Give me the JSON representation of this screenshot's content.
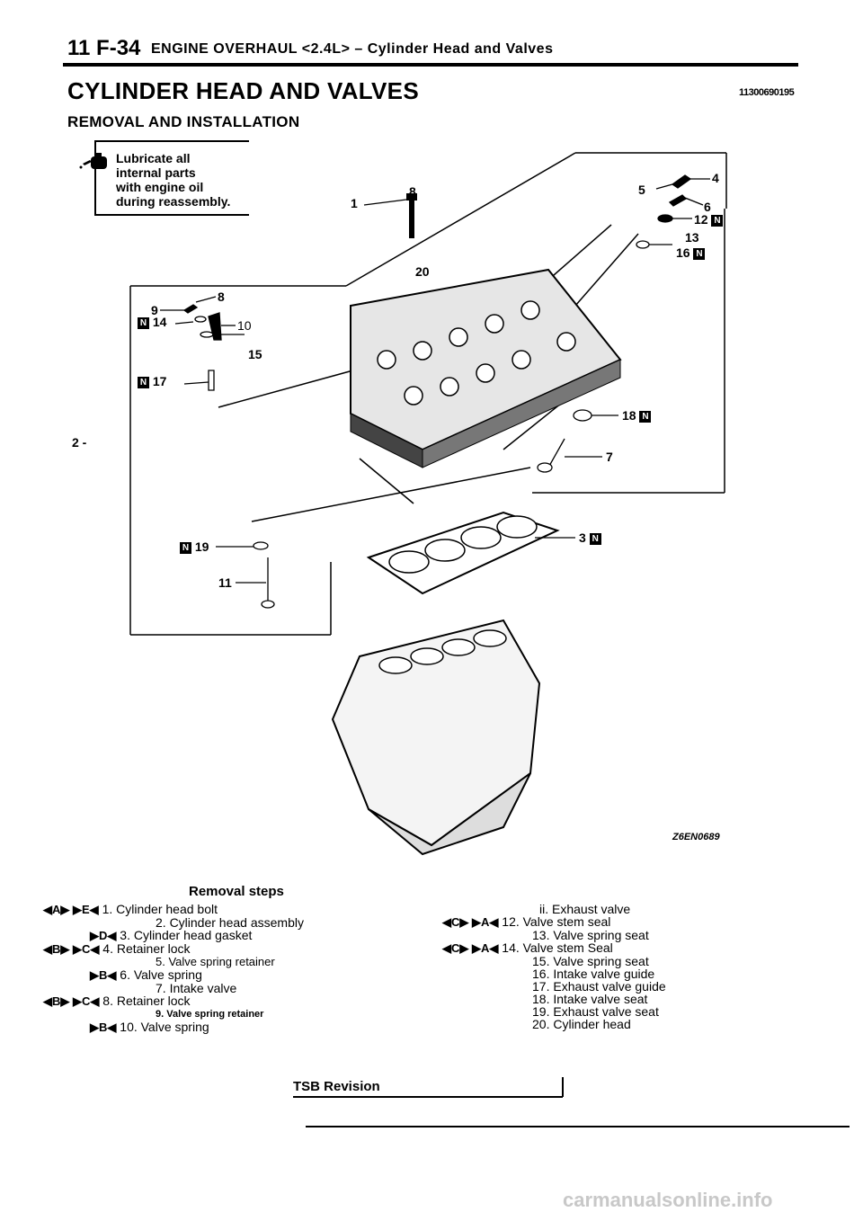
{
  "header": {
    "section": "11 F-34",
    "title": "ENGINE OVERHAUL <2.4L> – Cylinder Head and Valves"
  },
  "doc": {
    "title": "CYLINDER HEAD AND VALVES",
    "doc_number": "11300690195",
    "subtitle": "REMOVAL AND INSTALLATION",
    "lube_note": [
      "Lubricate all",
      "internal parts",
      "with engine oil",
      "during reassembly."
    ],
    "figure_code": "Z6EN0689",
    "margin_note": "2 -"
  },
  "callouts": {
    "c1": "1",
    "c2": "2",
    "c3": "3",
    "c4": "4",
    "c5": "5",
    "c6": "6",
    "c7": "7",
    "c8": "8",
    "c9": "9",
    "c10": "10",
    "c11": "11",
    "c12": "12",
    "c13": "13",
    "c14": "14",
    "c15": "15",
    "c16": "16",
    "c17": "17",
    "c18": "18",
    "c19": "19",
    "c20": "20",
    "n": "N"
  },
  "removal": {
    "title": "Removal steps",
    "left": [
      {
        "marks": "◀A▶ ▶E◀",
        "text": "1. Cylinder head bolt"
      },
      {
        "marks": "",
        "text": "2. Cylinder head assembly"
      },
      {
        "marks": "▶D◀",
        "text": "3. Cylinder head gasket"
      },
      {
        "marks": "◀B▶ ▶C◀",
        "text": "4. Retainer lock"
      },
      {
        "marks": "",
        "text": "5. Valve spring retainer"
      },
      {
        "marks": "▶B◀",
        "text": "6. Valve spring"
      },
      {
        "marks": "",
        "text": "7. Intake valve"
      },
      {
        "marks": "◀B▶ ▶C◀",
        "text": "8. Retainer lock"
      },
      {
        "marks": "",
        "text": "9. Valve spring retainer"
      },
      {
        "marks": "▶B◀",
        "text": "10. Valve spring"
      }
    ],
    "right": [
      {
        "marks": "",
        "text": "ii. Exhaust valve"
      },
      {
        "marks": "◀C▶ ▶A◀",
        "text": "12. Valve stem seal"
      },
      {
        "marks": "",
        "text": "13. Valve spring seat"
      },
      {
        "marks": "◀C▶ ▶A◀",
        "text": "14. Valve stem Seal"
      },
      {
        "marks": "",
        "text": "15. Valve spring seat"
      },
      {
        "marks": "",
        "text": "16. Intake valve guide"
      },
      {
        "marks": "",
        "text": "17. Exhaust valve guide"
      },
      {
        "marks": "",
        "text": "18. Intake valve seat"
      },
      {
        "marks": "",
        "text": "19. Exhaust valve seat"
      },
      {
        "marks": "",
        "text": "20. Cylinder head"
      }
    ]
  },
  "footer": {
    "revision": "TSB Revision",
    "watermark": "carmanualsonline.info"
  }
}
